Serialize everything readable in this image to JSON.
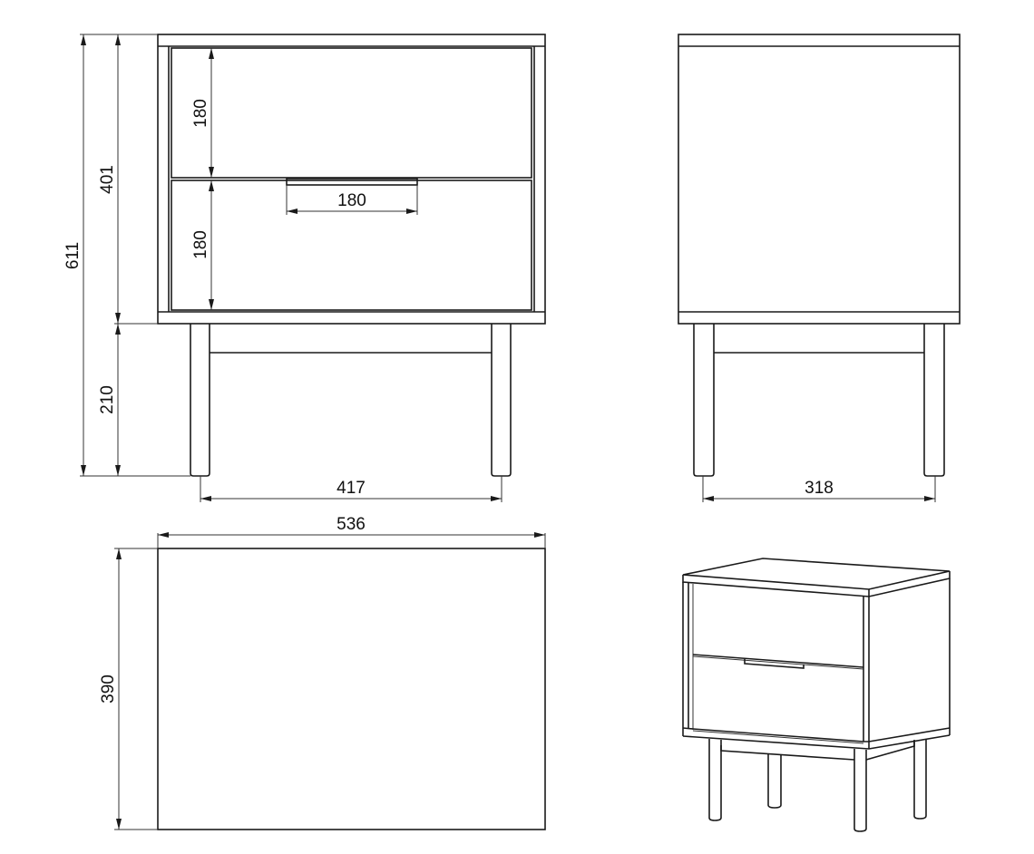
{
  "drawing": {
    "subject": "Two-drawer bedside table",
    "units": "mm",
    "line_color": "#1a1a1a",
    "background": "#ffffff"
  },
  "views": {
    "front": {
      "dimensions": {
        "overall_height": "611",
        "body_height": "401",
        "leg_height": "210",
        "drawer_top_height": "180",
        "drawer_bottom_height": "180",
        "handle_width": "180",
        "leg_spacing": "417"
      }
    },
    "side": {
      "dimensions": {
        "leg_spacing": "318"
      }
    },
    "top": {
      "dimensions": {
        "width": "536",
        "depth": "390"
      }
    },
    "isometric": {
      "label": ""
    }
  }
}
